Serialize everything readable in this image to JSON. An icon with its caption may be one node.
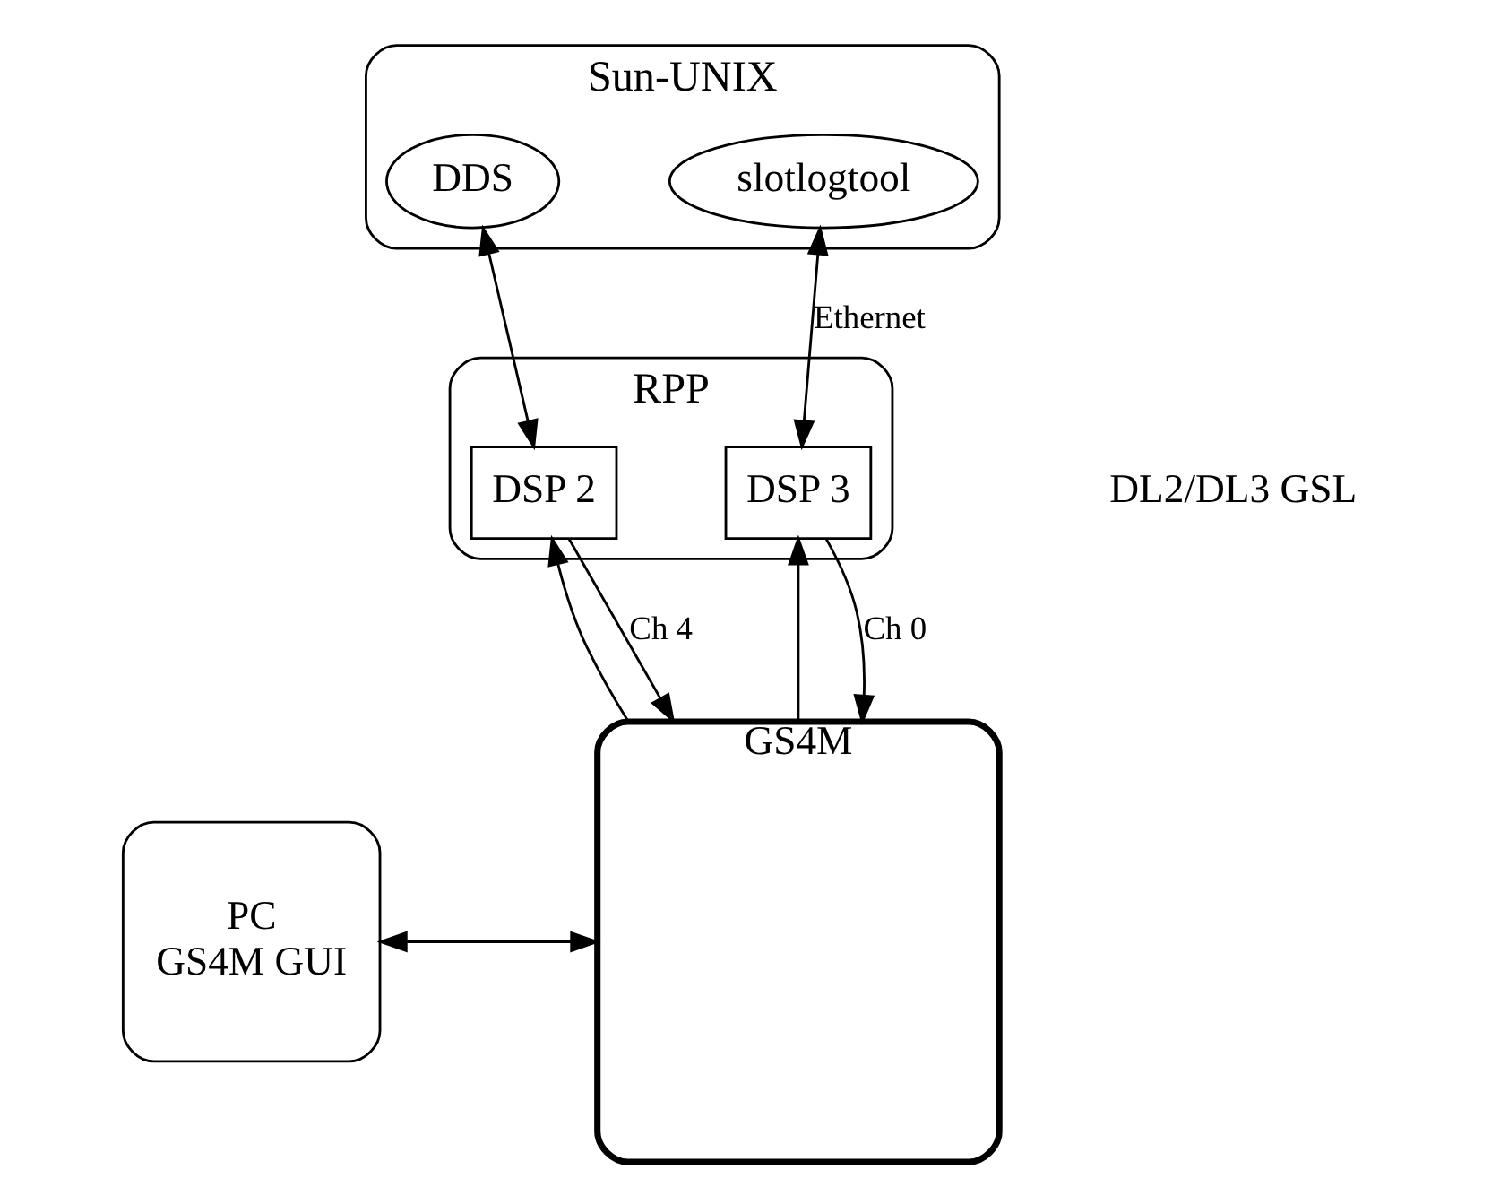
{
  "diagram": {
    "nodes": [
      {
        "text": [
          "Sun-UNIX"
        ]
      },
      {
        "text": [
          "DDS"
        ],
        "in": 0
      },
      {
        "text": [
          "slotlogtool"
        ],
        "in": 0
      },
      {
        "text": [
          "RPP"
        ]
      },
      {
        "text": [
          "DSP 3"
        ],
        "in": 3
      },
      {
        "text": [
          "DSP 2"
        ],
        "in": 3
      },
      {
        "text": [
          "GS4M"
        ]
      },
      {
        "text": [
          "PC",
          "GS4M GUI"
        ]
      }
    ],
    "edges": [
      {
        "from": 1,
        "to": 5,
        "arrow": "both"
      },
      {
        "from": 2,
        "to": 4,
        "arrow": "both",
        "label": "Ethernet"
      },
      {
        "from": 4,
        "to": 6,
        "arrow": "to",
        "label": "Ch 0"
      },
      {
        "from": 6,
        "to": 4,
        "arrow": "to"
      },
      {
        "from": 5,
        "to": 6,
        "arrow": "to",
        "label": "Ch 4"
      },
      {
        "from": 6,
        "to": 5,
        "arrow": "to"
      },
      {
        "from": 7,
        "to": 6,
        "arrow": "both"
      }
    ],
    "labels": [
      "DL2/DL3 GSL"
    ]
  }
}
